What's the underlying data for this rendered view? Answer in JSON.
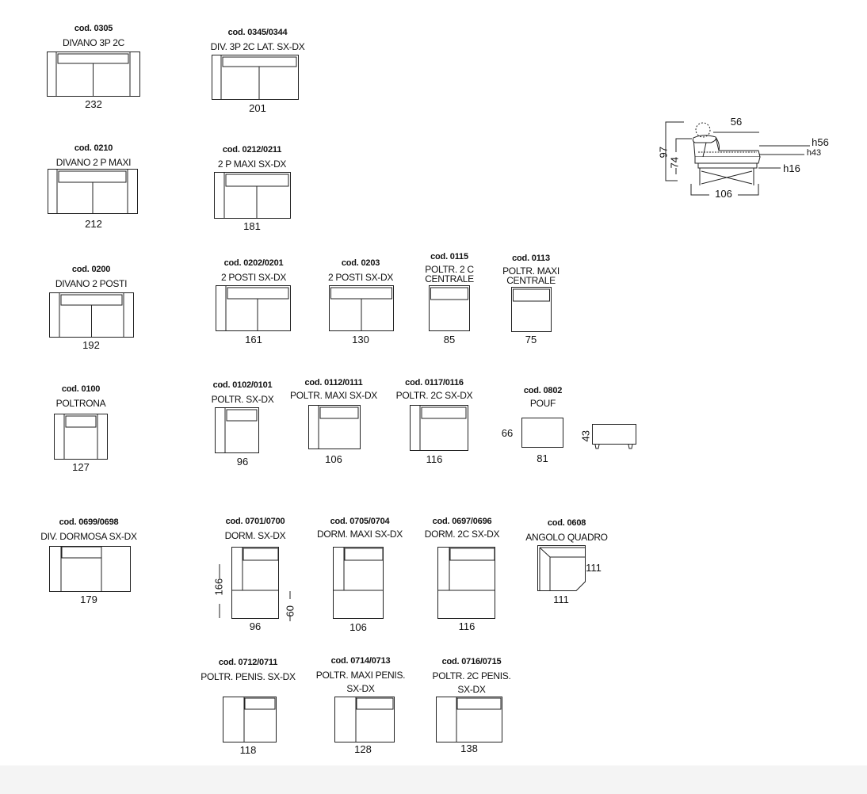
{
  "modules": [
    {
      "code": "cod. 0305",
      "name": "DIVANO 3P 2C",
      "width": "232"
    },
    {
      "code": "cod. 0345/0344",
      "name": "DIV. 3P 2C LAT. SX-DX",
      "width": "201"
    },
    {
      "code": "cod. 0210",
      "name": "DIVANO 2 P MAXI",
      "width": "212"
    },
    {
      "code": "cod. 0212/0211",
      "name": "2 P MAXI SX-DX",
      "width": "181"
    },
    {
      "code": "cod. 0200",
      "name": "DIVANO 2 POSTI",
      "width": "192"
    },
    {
      "code": "cod. 0202/0201",
      "name": "2 POSTI SX-DX",
      "width": "161"
    },
    {
      "code": "cod. 0203",
      "name": "2 POSTI SX-DX",
      "width": "130"
    },
    {
      "code": "cod. 0115",
      "name": "POLTR. 2 C",
      "name2": "CENTRALE",
      "width": "85"
    },
    {
      "code": "cod. 0113",
      "name": "POLTR. MAXI",
      "name2": "CENTRALE",
      "width": "75"
    },
    {
      "code": "cod. 0100",
      "name": "POLTRONA",
      "width": "127"
    },
    {
      "code": "cod. 0102/0101",
      "name": "POLTR. SX-DX",
      "width": "96"
    },
    {
      "code": "cod. 0112/0111",
      "name": "POLTR. MAXI SX-DX",
      "width": "106"
    },
    {
      "code": "cod. 0117/0116",
      "name": "POLTR. 2C SX-DX",
      "width": "116"
    },
    {
      "code": "cod. 0802",
      "name": "POUF",
      "width": "81",
      "depth": "66",
      "height": "43"
    },
    {
      "code": "cod. 0699/0698",
      "name": "DIV. DORMOSA SX-DX",
      "width": "179"
    },
    {
      "code": "cod. 0701/0700",
      "name": "DORM. SX-DX",
      "width": "96",
      "depth": "166",
      "depth2": "60"
    },
    {
      "code": "cod. 0705/0704",
      "name": "DORM. MAXI SX-DX",
      "width": "106"
    },
    {
      "code": "cod. 0697/0696",
      "name": "DORM. 2C SX-DX",
      "width": "116"
    },
    {
      "code": "cod. 0608",
      "name": "ANGOLO QUADRO",
      "width": "111",
      "depth": "111"
    },
    {
      "code": "cod. 0712/0711",
      "name": "POLTR. PENIS. SX-DX",
      "width": "118"
    },
    {
      "code": "cod. 0714/0713",
      "name": "POLTR. MAXI PENIS.",
      "name2": "SX-DX",
      "width": "128"
    },
    {
      "code": "cod. 0716/0715",
      "name": "POLTR. 2C PENIS.",
      "name2": "SX-DX",
      "width": "138"
    }
  ],
  "side_view": {
    "seat_depth": "56",
    "total_height": "97",
    "height_74": "74",
    "h56": "h56",
    "h43": "h43",
    "h16": "h16",
    "depth": "106"
  }
}
